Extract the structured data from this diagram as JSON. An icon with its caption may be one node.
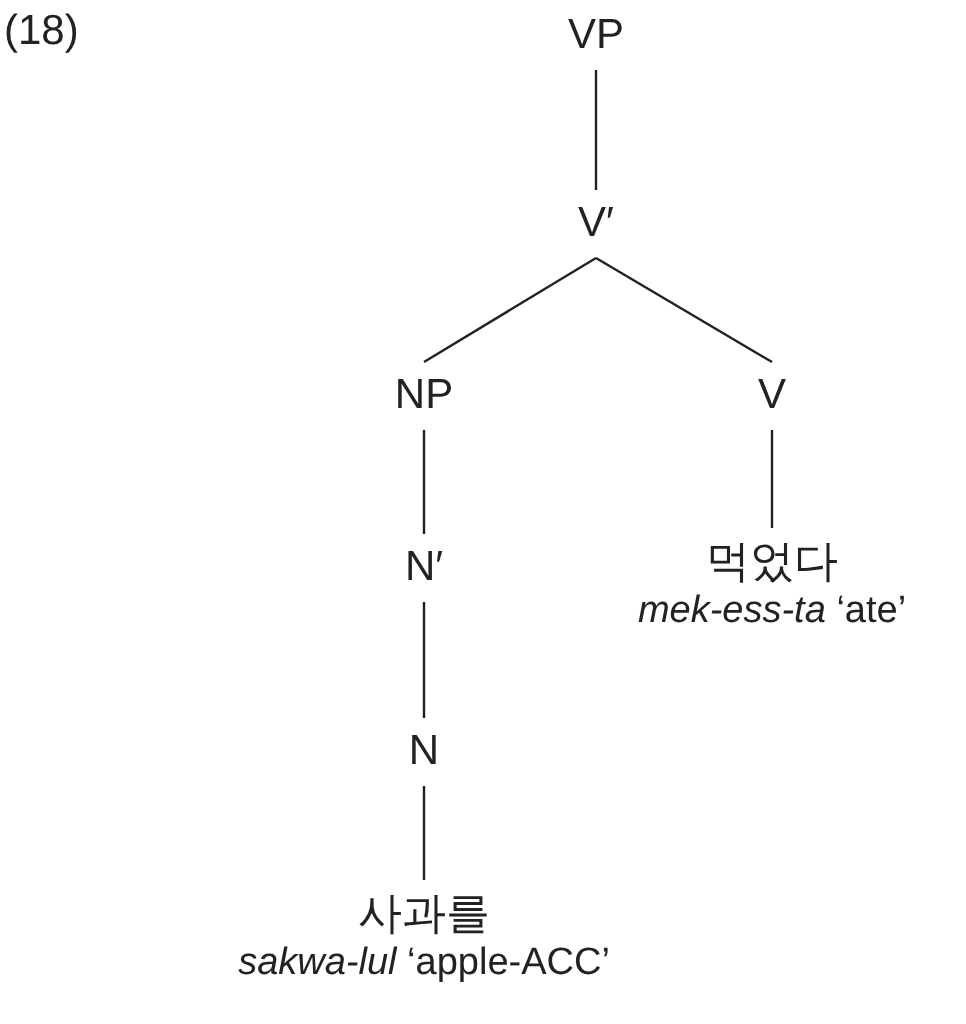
{
  "diagram": {
    "nodes": [
      {
        "text": [
          "VP"
        ]
      },
      {
        "text": [
          "V′"
        ]
      },
      {
        "text": [
          "NP"
        ]
      },
      {
        "text": [
          "V"
        ]
      },
      {
        "text": [
          "N′"
        ]
      },
      {
        "text": [
          "먹었다",
          "*mek-ess-ta* ‘ate’"
        ]
      },
      {
        "text": [
          "N"
        ]
      },
      {
        "text": [
          "사과를",
          "*sakwa-lul* ‘apple-ACC’"
        ]
      }
    ],
    "edges": [
      {
        "from": 0,
        "to": 1,
        "arrow": "none"
      },
      {
        "from": 1,
        "to": 2,
        "arrow": "none"
      },
      {
        "from": 1,
        "to": 3,
        "arrow": "none"
      },
      {
        "from": 2,
        "to": 4,
        "arrow": "none"
      },
      {
        "from": 3,
        "to": 5,
        "arrow": "none"
      },
      {
        "from": 4,
        "to": 6,
        "arrow": "none"
      },
      {
        "from": 6,
        "to": 7,
        "arrow": "none"
      }
    ],
    "labels": [
      "(18)"
    ]
  }
}
